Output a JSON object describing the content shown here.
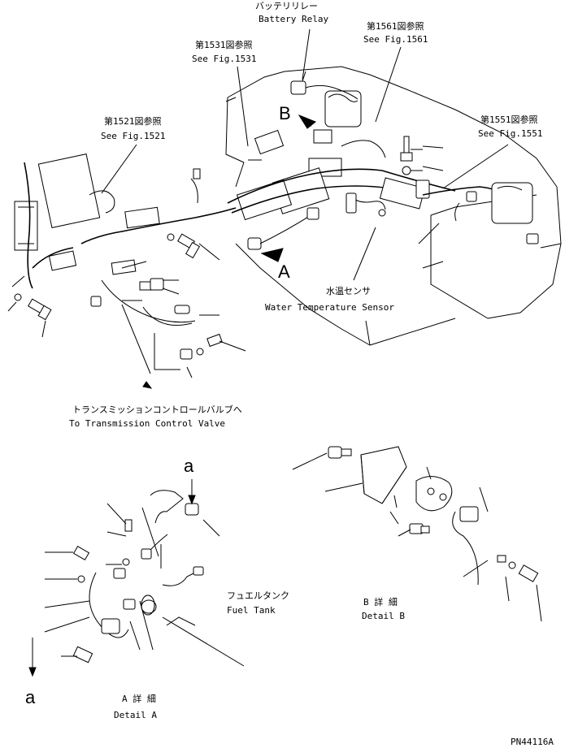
{
  "labels": {
    "battery_relay_jp": "バッテリリレー",
    "battery_relay_en": "Battery Relay",
    "fig1561_jp": "第1561図参照",
    "fig1561_en": "See Fig.1561",
    "fig1531_jp": "第1531図参照",
    "fig1531_en": "See Fig.1531",
    "fig1521_jp": "第1521図参照",
    "fig1521_en": "See Fig.1521",
    "fig1551_jp": "第1551図参照",
    "fig1551_en": "See Fig.1551",
    "water_temp_jp": "水温センサ",
    "water_temp_en": "Water Temperature Sensor",
    "trans_valve_jp": "トランスミッションコントロールバルブへ",
    "trans_valve_en": "To Transmission Control Valve",
    "fuel_tank_jp": "フュエルタンク",
    "fuel_tank_en": "Fuel Tank",
    "detail_a_jp": "A 詳 細",
    "detail_a_en": "Detail A",
    "detail_b_jp": "B 詳 細",
    "detail_b_en": "Detail B",
    "view_a": "A",
    "view_b": "B",
    "ref_a_top": "a",
    "ref_a_bottom": "a",
    "part_number": "PN44116A"
  }
}
